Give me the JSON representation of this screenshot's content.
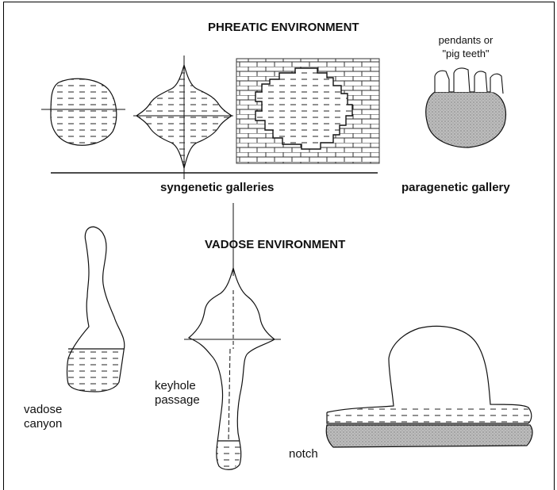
{
  "phreatic": {
    "title": "PHREATIC ENVIRONMENT",
    "pendants_line1": "pendants or",
    "pendants_line2": "\"pig teeth\"",
    "syngenetic_label": "syngenetic galleries",
    "paragenetic_label": "paragenetic gallery"
  },
  "vadose": {
    "title": "VADOSE ENVIRONMENT",
    "canyon_line1": "vadose",
    "canyon_line2": "canyon",
    "keyhole_line1": "keyhole",
    "keyhole_line2": "passage",
    "notch_label": "notch"
  },
  "colors": {
    "line": "#111111",
    "sediment_fill": "#b8b8b8",
    "water_dash": "#222222"
  }
}
